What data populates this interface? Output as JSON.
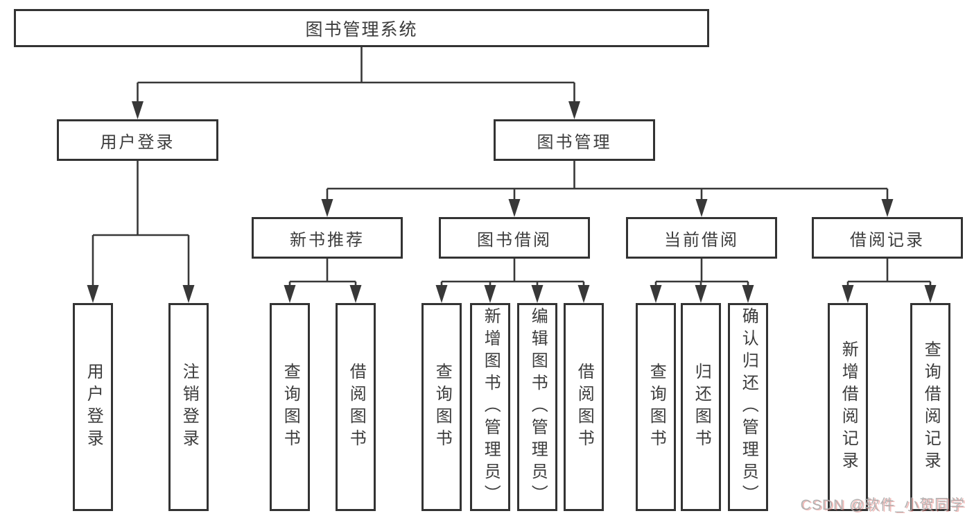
{
  "diagram": {
    "root": {
      "label": "图书管理系统"
    },
    "branches": [
      {
        "label": "用户登录",
        "children": [
          "用户登录",
          "注销登录"
        ]
      },
      {
        "label": "图书管理",
        "children": [
          {
            "label": "新书推荐",
            "children": [
              "查询图书",
              "借阅图书"
            ]
          },
          {
            "label": "图书借阅",
            "children": [
              "查询图书",
              "新增图书（管理员）",
              "编辑图书（管理员）",
              "借阅图书"
            ]
          },
          {
            "label": "当前借阅",
            "children": [
              "查询图书",
              "归还图书",
              "确认归还（管理员）"
            ]
          },
          {
            "label": "借阅记录",
            "children": [
              "新增借阅记录",
              "查询借阅记录"
            ]
          }
        ]
      }
    ],
    "watermark": "CSDN @软件_小贺同学",
    "colors": {
      "line": "#383838",
      "border": "#333333",
      "text": "#3c3c3c",
      "watermark": "#adadad",
      "watermark_accent": "#e0645f",
      "background": "#ffffff"
    }
  }
}
